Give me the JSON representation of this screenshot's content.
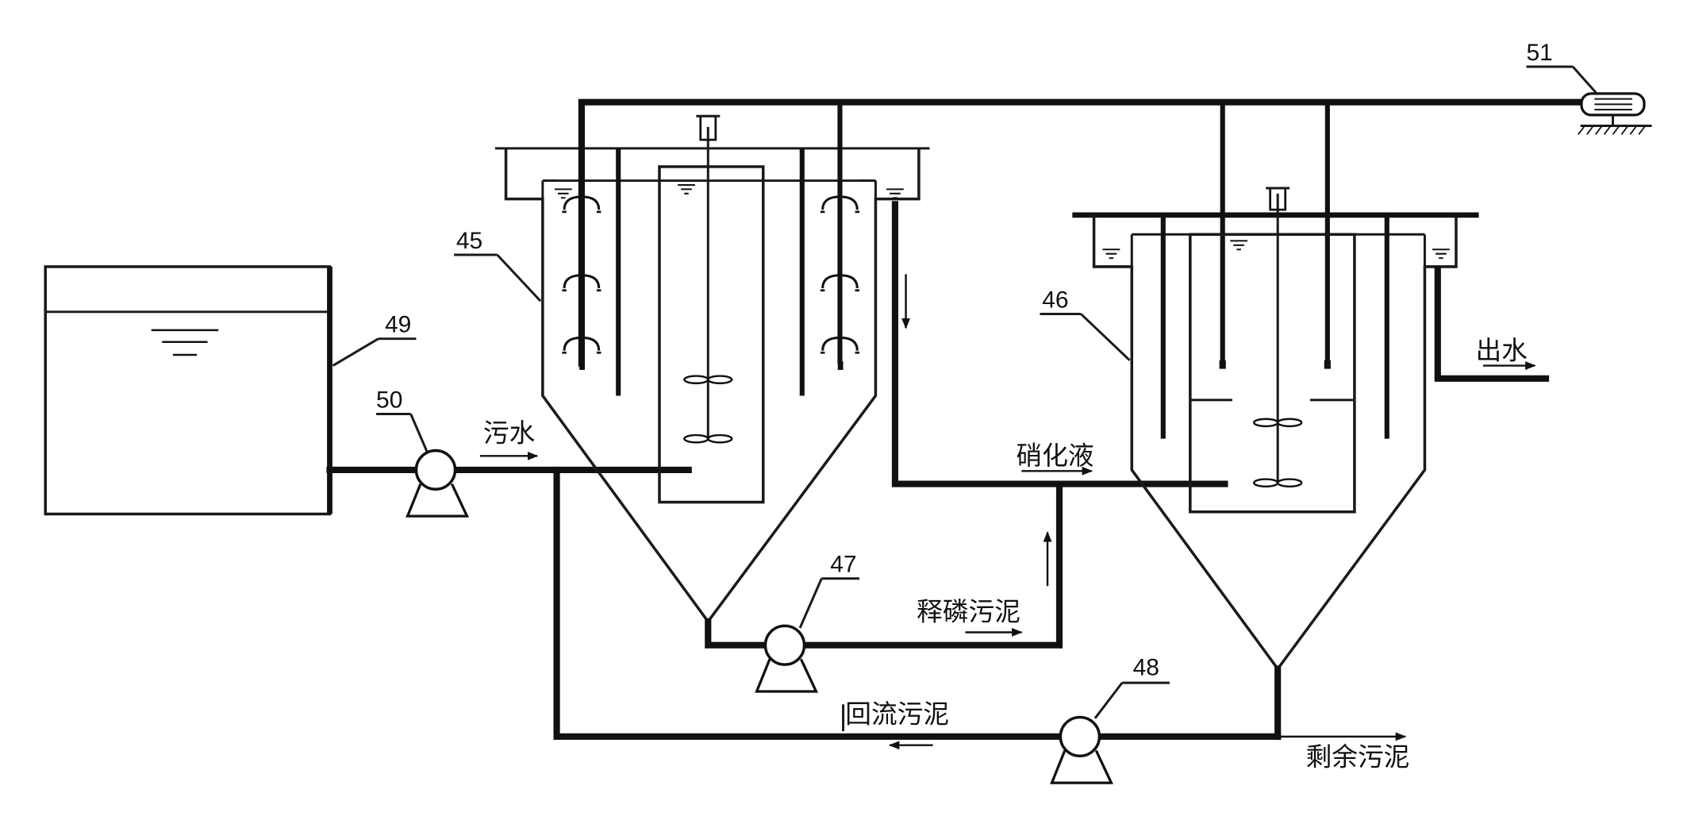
{
  "components": {
    "tank_45": "45",
    "tank_46": "46",
    "pump_47": "47",
    "pump_48": "48",
    "storage_tank_49": "49",
    "pump_50": "50",
    "blower_51": "51"
  },
  "flow_labels": {
    "sewage": "污水",
    "nitrified_liquid": "硝化液",
    "phosphorus_release_sludge": "释磷污泥",
    "return_sludge": "回流污泥",
    "excess_sludge": "剩余污泥",
    "effluent": "出水"
  }
}
